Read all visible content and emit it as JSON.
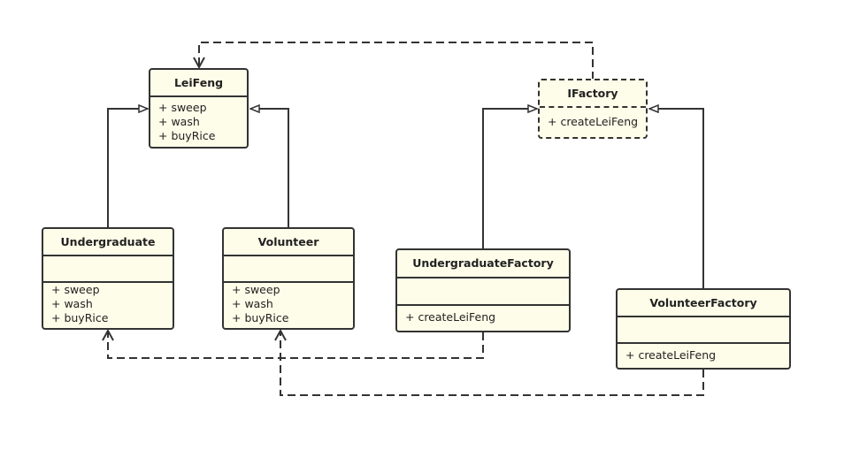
{
  "diagram": {
    "classes": {
      "leifeng": {
        "name": "LeiFeng",
        "ops": [
          "+ sweep",
          "+ wash",
          "+ buyRice"
        ]
      },
      "ifactory": {
        "name": "IFactory",
        "ops": [
          "+ createLeiFeng"
        ]
      },
      "undergraduate": {
        "name": "Undergraduate",
        "ops": [
          "+ sweep",
          "+ wash",
          "+ buyRice"
        ]
      },
      "volunteer": {
        "name": "Volunteer",
        "ops": [
          "+ sweep",
          "+ wash",
          "+ buyRice"
        ]
      },
      "undergraduate_factory": {
        "name": "UndergraduateFactory",
        "ops": [
          "+ createLeiFeng"
        ]
      },
      "volunteer_factory": {
        "name": "VolunteerFactory",
        "ops": [
          "+ createLeiFeng"
        ]
      }
    },
    "relations": [
      {
        "from": "undergraduate",
        "to": "leifeng",
        "kind": "inheritance"
      },
      {
        "from": "volunteer",
        "to": "leifeng",
        "kind": "inheritance"
      },
      {
        "from": "undergraduate_factory",
        "to": "ifactory",
        "kind": "realization"
      },
      {
        "from": "volunteer_factory",
        "to": "ifactory",
        "kind": "realization"
      },
      {
        "from": "ifactory",
        "to": "leifeng",
        "kind": "dependency"
      },
      {
        "from": "undergraduate_factory",
        "to": "undergraduate",
        "kind": "dependency"
      },
      {
        "from": "volunteer_factory",
        "to": "volunteer",
        "kind": "dependency"
      }
    ],
    "colors": {
      "stroke": "#333333",
      "fill": "#fefde9",
      "text": "#222222"
    }
  }
}
